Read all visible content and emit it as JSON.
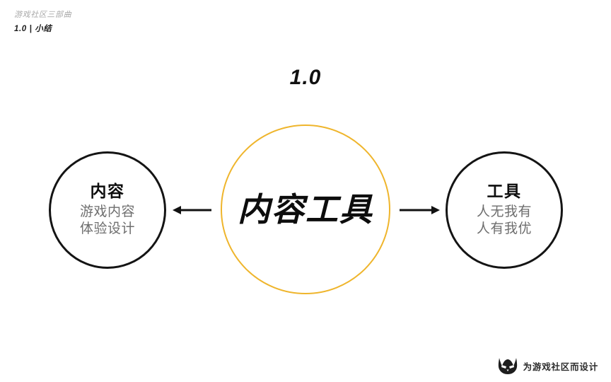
{
  "header": {
    "series": "游戏社区三部曲",
    "section": "1.0 | 小结"
  },
  "title": {
    "version": "1.0"
  },
  "diagram": {
    "center": {
      "label": "内容工具",
      "ring_color": "#efb52c"
    },
    "left": {
      "label": "内容",
      "sub_line1": "游戏内容",
      "sub_line2": "体验设计",
      "ring_color": "#141414"
    },
    "right": {
      "label": "工具",
      "sub_line1": "人无我有",
      "sub_line2": "人有我优",
      "ring_color": "#141414"
    },
    "arrow_left_icon": "arrow-left-icon",
    "arrow_right_icon": "arrow-right-icon"
  },
  "footer": {
    "logo_icon": "cat-mascot-icon",
    "tagline": "为游戏社区而设计"
  },
  "colors": {
    "background": "#ffffff",
    "accent": "#efb52c",
    "ink": "#0d0d0d",
    "muted": "#6e6e6e",
    "faint": "#a9a9a9"
  }
}
